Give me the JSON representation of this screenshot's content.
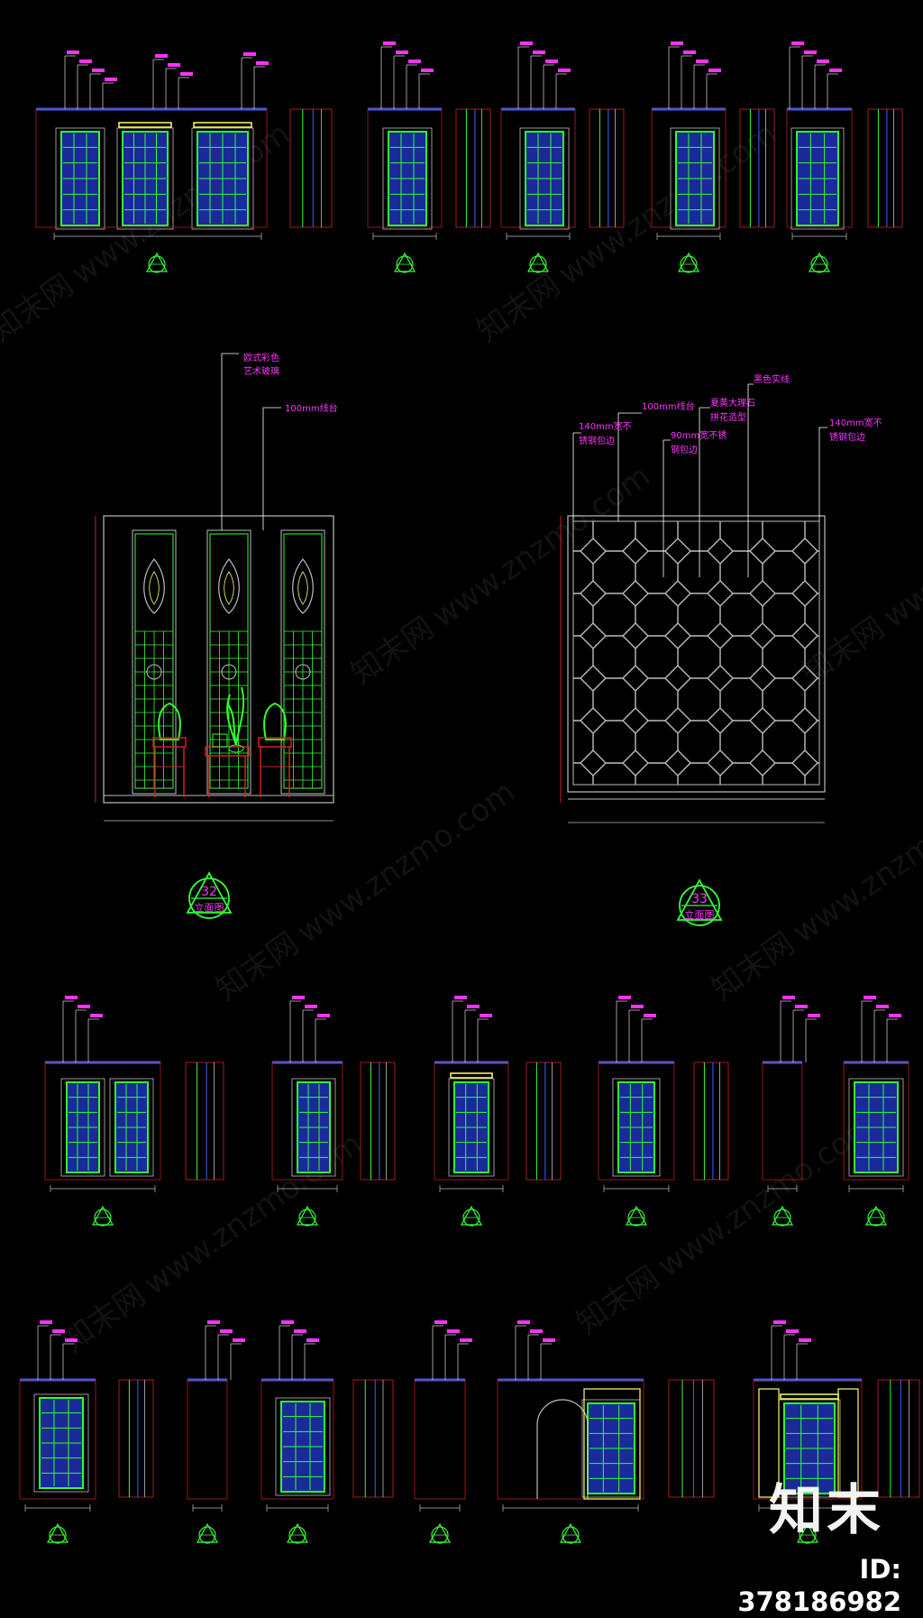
{
  "colors": {
    "background": "#000000",
    "frame_grey": "#bdbdbd",
    "door_blue": "#1a2a9a",
    "door_green": "#33ff33",
    "cornice_yellow": "#ffff66",
    "lintel_blue": "#3366ff",
    "red_outline": "#cc2222",
    "magenta_text": "#ff33ff",
    "leader_white": "#ffffff"
  },
  "watermark": {
    "brand": "知末网",
    "url": "www.znzmo.com"
  },
  "branding": {
    "logo_text": "知末",
    "image_id": "ID: 378186982"
  },
  "elevation_32": {
    "tag_number": "32",
    "tag_label": "立面图",
    "annotations": [
      "欧式彩色",
      "艺术玻璃",
      "100mm线台"
    ]
  },
  "elevation_33": {
    "tag_number": "33",
    "tag_label": "立面图",
    "annotations": [
      "140mm宽不",
      "锈钢包边",
      "100mm线台",
      "90mm宽不锈",
      "钢包边",
      "夏黄大理石",
      "拼花造型",
      "黑色实线",
      "140mm宽不",
      "锈钢包边"
    ]
  },
  "icons": {
    "section_tag": "section-tag-icon",
    "chair": "armchair-icon",
    "plant": "plant-icon"
  }
}
